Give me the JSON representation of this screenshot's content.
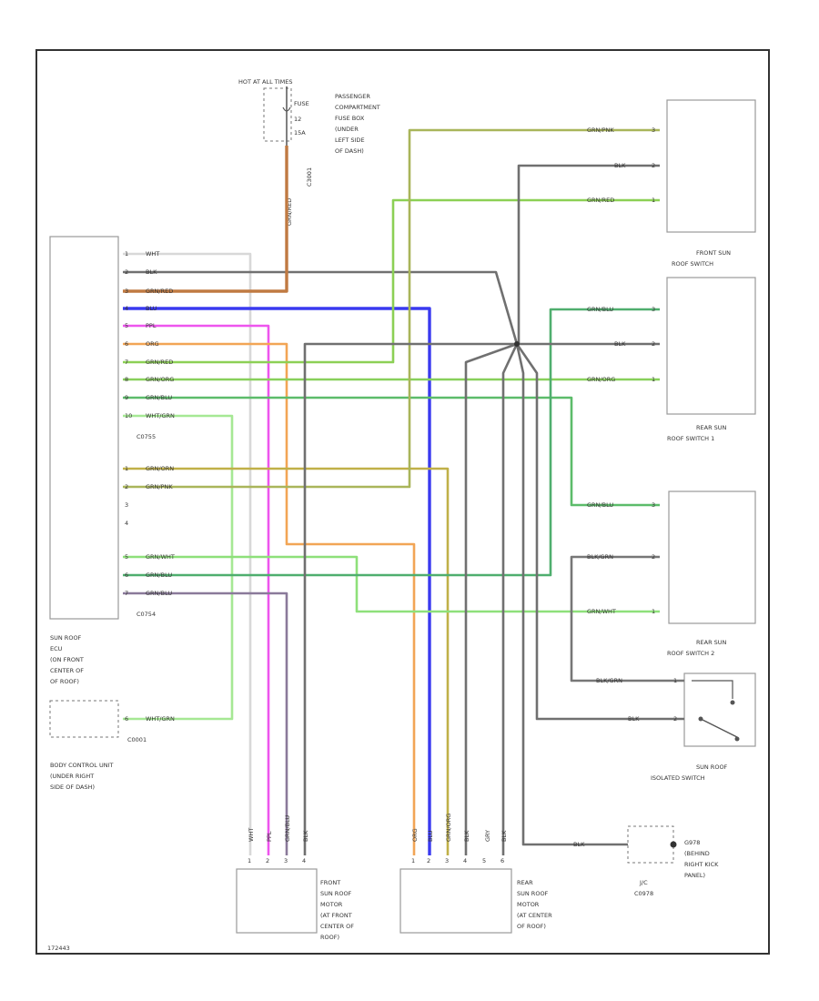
{
  "colors": {
    "wht": "#d4d4d4",
    "blk": "#707070",
    "grn_red": "#c07a42",
    "blu": "#3a3af0",
    "ppl": "#ee55ee",
    "org": "#f2a555",
    "grn_yel": "#8cd055",
    "wht_grn": "#9fe48c",
    "grn_yel_b": "#c0b048",
    "grn_ppl": "#a9b55a",
    "grn_blu": "#5aa880",
    "grn_wht": "#8ee07a",
    "grn_blk": "#8a9a5a",
    "blk_grn": "#777777",
    "grn_red_light": "#c7dc85",
    "frame": "#333333"
  },
  "power": {
    "hot_label": "HOT AT ALL TIMES",
    "fuse_label": "FUSE",
    "fuse_num": "12",
    "fuse_amp": "15A",
    "fuse_box": [
      "PASSENGER",
      "COMPARTMENT",
      "FUSE BOX",
      "(UNDER",
      "LEFT SIDE",
      "OF DASH)"
    ],
    "connector": "C3001",
    "wire": "GRN/RED"
  },
  "ecu": {
    "label": [
      "SUN ROOF",
      "ECU",
      "(ON FRONT",
      "CENTER OF",
      "OF ROOF)"
    ],
    "conn_upper": "C0755",
    "conn_lower": "C0754",
    "pins_upper": [
      {
        "pin": "1",
        "wire": "WHT"
      },
      {
        "pin": "2",
        "wire": "BLK"
      },
      {
        "pin": "3",
        "wire": "GRN/RED"
      },
      {
        "pin": "4",
        "wire": "BLU"
      },
      {
        "pin": "5",
        "wire": "PPL"
      },
      {
        "pin": "6",
        "wire": "ORG"
      },
      {
        "pin": "7",
        "wire": "GRN/RED"
      },
      {
        "pin": "8",
        "wire": "GRN/ORG"
      },
      {
        "pin": "9",
        "wire": "GRN/BLU"
      },
      {
        "pin": "10",
        "wire": "WHT/GRN"
      }
    ],
    "pins_lower": [
      {
        "pin": "1",
        "wire": "GRN/ORN"
      },
      {
        "pin": "2",
        "wire": "GRN/PNK"
      },
      {
        "pin": "3",
        "wire": ""
      },
      {
        "pin": "4",
        "wire": ""
      },
      {
        "pin": "5",
        "wire": "GRN/WHT"
      },
      {
        "pin": "6",
        "wire": "GRN/BLU"
      },
      {
        "pin": "7",
        "wire": "GRN/BLU"
      }
    ]
  },
  "bcu": {
    "label": [
      "BODY CONTROL UNIT",
      "(UNDER RIGHT",
      "SIDE OF DASH)"
    ],
    "pin": "6",
    "wire": "WHT/GRN",
    "connector": "C0001"
  },
  "front_switch": {
    "label": [
      "FRONT SUN",
      "ROOF SWITCH"
    ],
    "wires": [
      {
        "wire": "GRN/PNK",
        "pin": "3"
      },
      {
        "wire": "BLK",
        "pin": "2"
      },
      {
        "wire": "GRN/RED",
        "pin": "1"
      }
    ]
  },
  "rear_switch1": {
    "label": [
      "REAR SUN",
      "ROOF SWITCH 1"
    ],
    "wires": [
      {
        "wire": "GRN/BLU",
        "pin": "3"
      },
      {
        "wire": "BLK",
        "pin": "2"
      },
      {
        "wire": "GRN/ORG",
        "pin": "1"
      }
    ]
  },
  "rear_switch2": {
    "label": [
      "REAR SUN",
      "ROOF SWITCH 2"
    ],
    "wires": [
      {
        "wire": "GRN/BLU",
        "pin": "3"
      },
      {
        "wire": "BLK/GRN",
        "pin": "2"
      },
      {
        "wire": "GRN/WHT",
        "pin": "1"
      }
    ]
  },
  "isolated_switch": {
    "label": [
      "SUN ROOF",
      "ISOLATED SWITCH"
    ],
    "wires": [
      {
        "wire": "BLK/GRN",
        "pin": "1"
      },
      {
        "wire": "BLK",
        "pin": "2"
      }
    ]
  },
  "front_motor": {
    "label": [
      "FRONT",
      "SUN ROOF",
      "MOTOR",
      "(AT FRONT",
      "CENTER OF",
      "ROOF)"
    ],
    "wires": [
      {
        "wire": "WHT",
        "pin": "1"
      },
      {
        "wire": "PPL",
        "pin": "2"
      },
      {
        "wire": "GRN/BLU",
        "pin": "3"
      },
      {
        "wire": "BLK",
        "pin": "4"
      }
    ]
  },
  "rear_motor": {
    "label": [
      "REAR",
      "SUN ROOF",
      "MOTOR",
      "(AT CENTER",
      "OF ROOF)"
    ],
    "wires": [
      {
        "wire": "ORG",
        "pin": "1"
      },
      {
        "wire": "BLU",
        "pin": "2"
      },
      {
        "wire": "GRN/ORG",
        "pin": "3"
      },
      {
        "wire": "BLK",
        "pin": "4"
      },
      {
        "wire": "GRY",
        "pin": "5"
      },
      {
        "wire": "BLK",
        "pin": "6"
      }
    ]
  },
  "ground": {
    "label": [
      "G978",
      "(BEHIND",
      "RIGHT KICK",
      "PANEL)"
    ],
    "jc_label": "J/C",
    "jc_conn": "C0978",
    "wire": "BLK"
  },
  "footer_code": "172443"
}
